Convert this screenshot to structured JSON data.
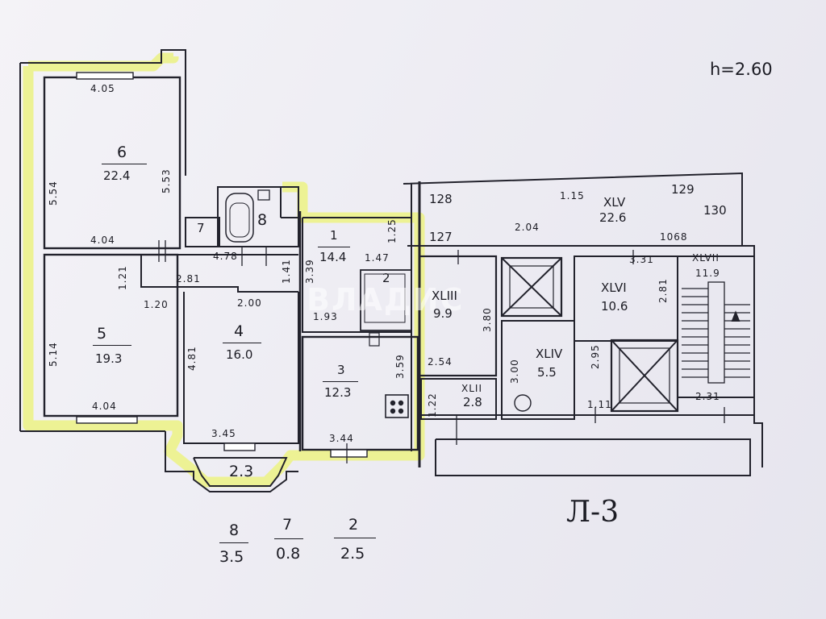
{
  "ceiling_height": "h=2.60",
  "sheet_label": "Л-3",
  "watermark": "ВЛАДИС",
  "rooms": {
    "r6": {
      "number": "6",
      "area": "22.4",
      "width_top": "4.05",
      "width_bottom": "4.04",
      "left_len": "5.54",
      "right_len": "5.53"
    },
    "r5": {
      "number": "5",
      "area": "19.3",
      "width_bottom": "4.04",
      "left_len": "5.14",
      "top_right": "1.21",
      "bottom_inner": "1.20"
    },
    "r4": {
      "number": "4",
      "area": "16.0",
      "width_top": "2.00",
      "width_bottom": "3.45",
      "left_len": "4.81"
    },
    "r7": {
      "number": "7"
    },
    "r8": {
      "number": "8"
    },
    "r1": {
      "number": "1",
      "area": "14.4",
      "left_len": "3.39",
      "right_len": "1.25",
      "inner_width": "1.47",
      "bottom_width": "1.93"
    },
    "r2": {
      "number": "2"
    },
    "r3": {
      "number": "3",
      "area": "12.3",
      "right_len": "3.59",
      "width_bottom": "3.44"
    },
    "corridor": {
      "top_width": "4.78",
      "width": "2.81",
      "right_len": "1.41"
    },
    "balcony": {
      "area": "2.3"
    }
  },
  "common": {
    "r128": "128",
    "r127": "127",
    "r129": "129",
    "r130": "130",
    "r1068": "1068",
    "xlv": {
      "label": "XLV",
      "area": "22.6",
      "dim_top": "1.15",
      "dim_mid": "2.04"
    },
    "xlvi": {
      "label": "XLVI",
      "area": "10.6",
      "dim_top": "3.31",
      "dim_right": "2.81",
      "dim_left": "2.95",
      "dim_bottom": "1.11"
    },
    "xlvii": {
      "label": "XLVII",
      "area": "11.9",
      "dim_bottom": "2.31"
    },
    "xliii": {
      "label": "XLIII",
      "area": "9.9",
      "dim_right": "3.80",
      "dim_bottom": "2.54"
    },
    "xliv": {
      "label": "XLIV",
      "area": "5.5",
      "dim_left": "3.00"
    },
    "xlii": {
      "label": "XLII",
      "area": "2.8",
      "dim_left": "1.22"
    }
  },
  "summary": [
    {
      "room": "8",
      "area": "3.5"
    },
    {
      "room": "7",
      "area": "0.8"
    },
    {
      "room": "2",
      "area": "2.5"
    }
  ]
}
